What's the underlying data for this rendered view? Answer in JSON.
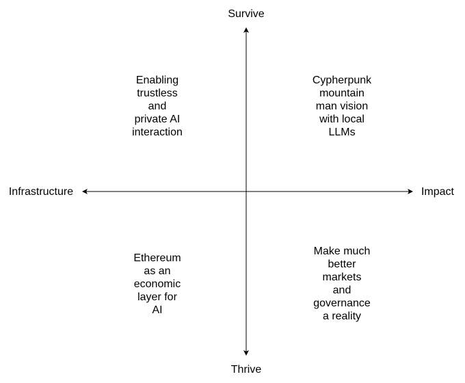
{
  "axes": {
    "top": "Survive",
    "bottom": "Thrive",
    "left": "Infrastructure",
    "right": "Impact"
  },
  "quadrants": {
    "top_left": [
      "Enabling",
      "trustless",
      "and",
      "private AI",
      "interaction"
    ],
    "top_right": [
      "Cypherpunk",
      "mountain",
      "man vision",
      "with local",
      "LLMs"
    ],
    "bottom_left": [
      "Ethereum",
      "as an",
      "economic",
      "layer for",
      "AI"
    ],
    "bottom_right": [
      "Make much",
      "better",
      "markets",
      "and",
      "governance",
      "a reality"
    ]
  },
  "colors": {
    "axis_line": "#000000",
    "text": "#000000",
    "background": "#ffffff"
  }
}
